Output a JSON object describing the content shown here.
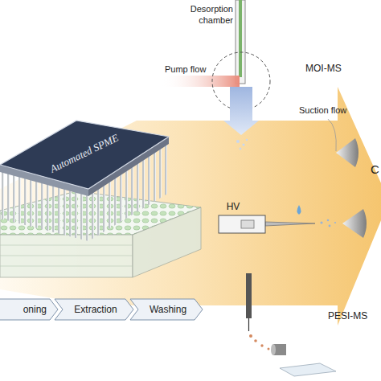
{
  "diagram": {
    "nodes": [
      {
        "text": [
          "Automated SPME"
        ]
      },
      {
        "text": [
          "oning"
        ]
      },
      {
        "text": [
          "Extraction"
        ]
      },
      {
        "text": [
          "Washing"
        ]
      },
      {
        "text": [
          "HV"
        ]
      }
    ],
    "labels": [
      "Desorption chamber",
      "Pump flow",
      "MOI-MS",
      "Suction flow",
      "C",
      "PESI-MS"
    ]
  }
}
